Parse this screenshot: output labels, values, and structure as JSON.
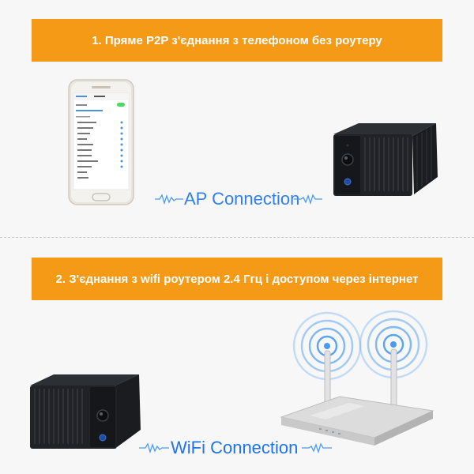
{
  "banner_1": "1. Пряме P2P з'єднання з телефоном  без роутеру",
  "banner_2": "2. З'єднання з wifi роутером 2.4 Ггц і доступом через інтернет",
  "ap_connection_label": "AP Connection",
  "wifi_connection_label": "WiFi Connection",
  "colors": {
    "banner": "#f59a17",
    "connection_text": "#2f7ff0",
    "signal_waves": "#4a9bf0"
  }
}
